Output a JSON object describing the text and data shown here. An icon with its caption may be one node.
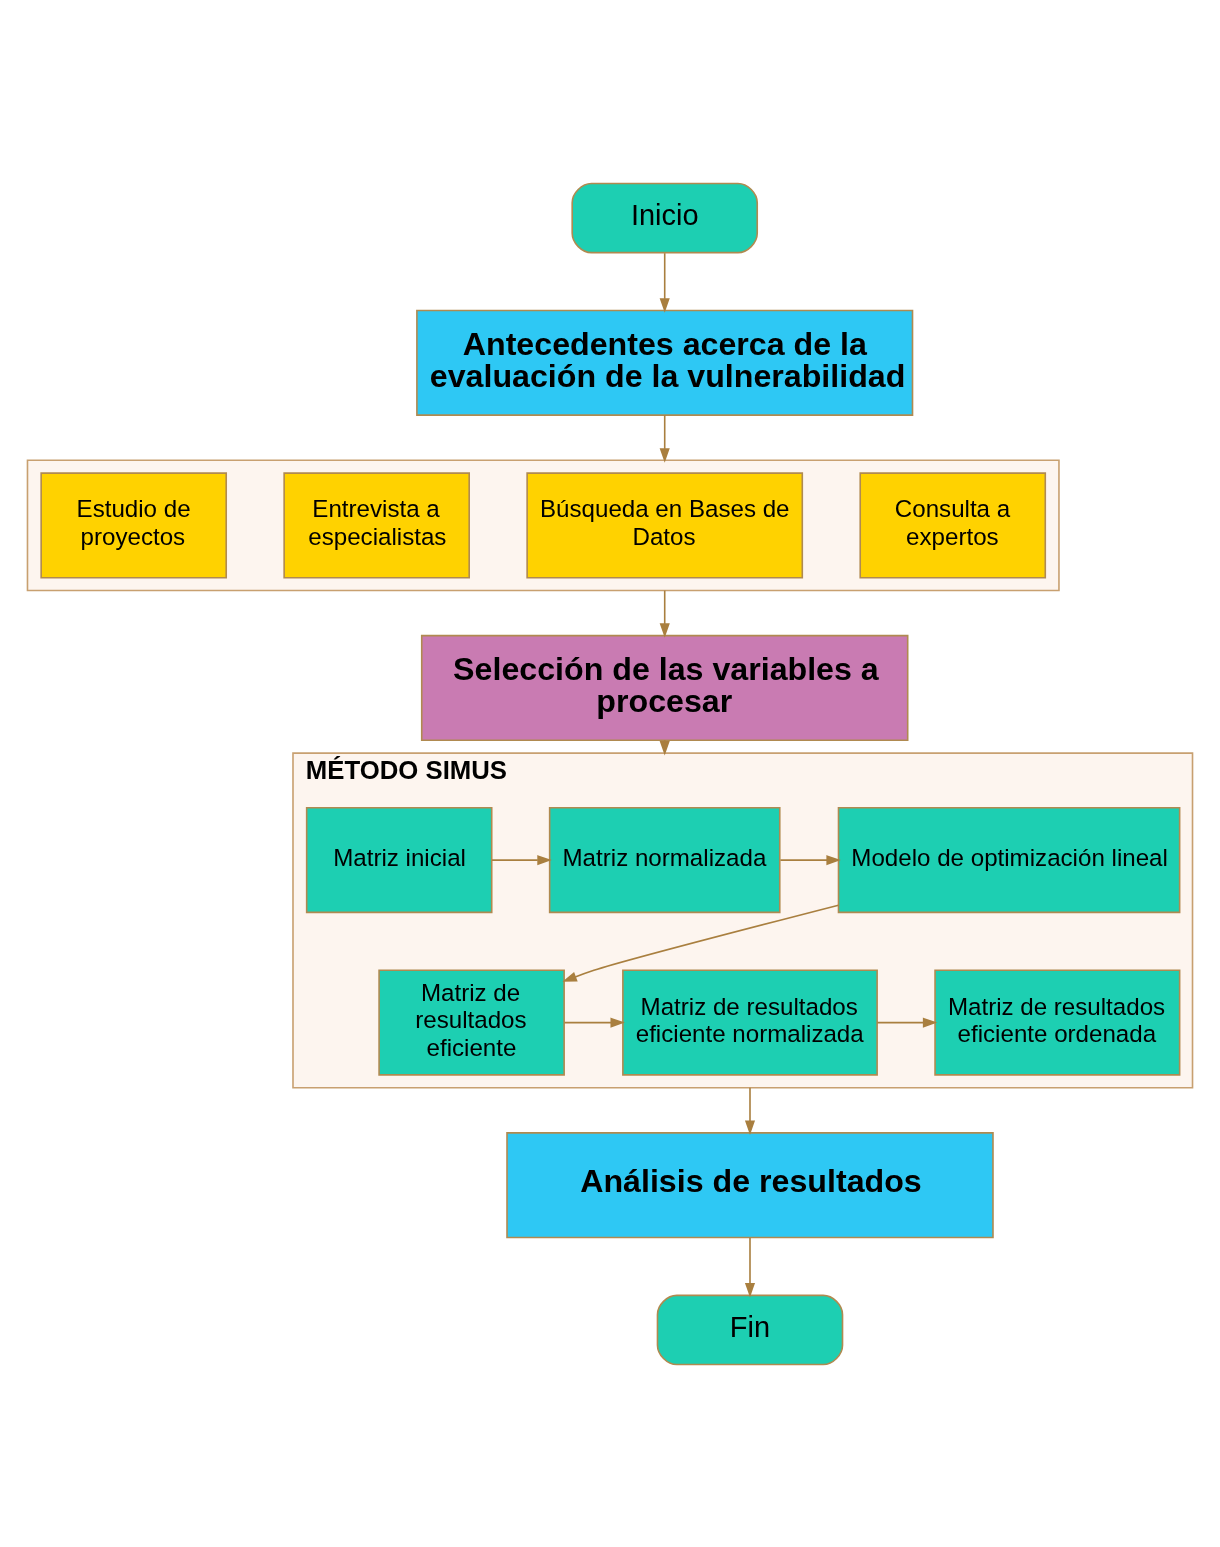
{
  "diagram": {
    "nodes": [
      {
        "text": [
          "Inicio"
        ]
      },
      {
        "text": [
          "Antecedentes acerca de la evaluación de la vulnerabilidad"
        ]
      },
      {
        "text": [],
        "shape": "box"
      },
      {
        "text": [
          "Consulta a expertos"
        ],
        "in": 2
      },
      {
        "text": [
          "Búsqueda en Bases de Datos"
        ],
        "in": 2
      },
      {
        "text": [
          "Entrevista a especialistas"
        ],
        "in": 2
      },
      {
        "text": [
          "Estudio de proyectos"
        ],
        "in": 2
      },
      {
        "text": [
          "Selección de las variables a procesar"
        ]
      },
      {
        "text": [
          "MÉTODO SIMUS"
        ]
      },
      {
        "text": [
          "Matriz inicial"
        ],
        "in": 8
      },
      {
        "text": [
          "Matriz normalizada"
        ],
        "in": 8
      },
      {
        "text": [
          "Modelo de optimización lineal"
        ],
        "in": 8
      },
      {
        "text": [
          "Matriz de resultados eficiente"
        ],
        "in": 8
      },
      {
        "text": [
          "Matriz de resultados eficiente normalizada"
        ],
        "in": 8
      },
      {
        "text": [
          "Matriz de resultados eficiente ordenada"
        ],
        "in": 8
      },
      {
        "text": [
          "Análisis de resultados"
        ]
      },
      {
        "text": [
          "Fin"
        ]
      }
    ],
    "edges": [
      {
        "from": 0,
        "to": 1,
        "arrow": "to"
      },
      {
        "from": 1,
        "to": 2,
        "arrow": "to"
      },
      {
        "from": 2,
        "to": 7,
        "arrow": "to"
      },
      {
        "from": 7,
        "to": 8,
        "arrow": "to"
      },
      {
        "from": 9,
        "to": 10,
        "arrow": "to"
      },
      {
        "from": 10,
        "to": 11,
        "arrow": "to"
      },
      {
        "from": 11,
        "to": 12,
        "arrow": "to"
      },
      {
        "from": 12,
        "to": 13,
        "arrow": "to"
      },
      {
        "from": 13,
        "to": 14,
        "arrow": "to"
      },
      {
        "from": 8,
        "to": 15,
        "arrow": "to"
      },
      {
        "from": 15,
        "to": 16,
        "arrow": "to"
      }
    ]
  }
}
